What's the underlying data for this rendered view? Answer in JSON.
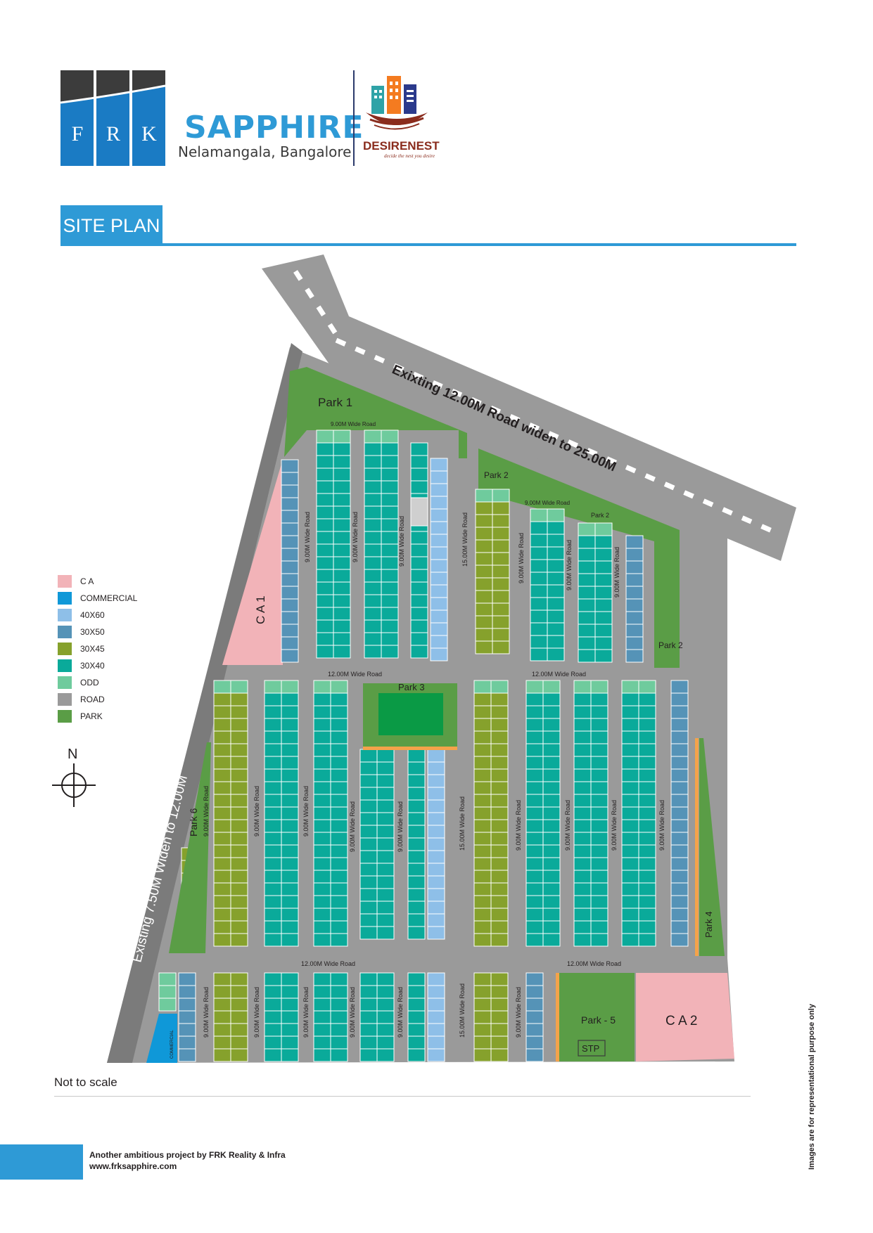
{
  "brand": {
    "logo_letters": [
      "F",
      "R",
      "K"
    ],
    "project_name": "SAPPHIRE",
    "location": "Nelamangala, Bangalore",
    "partner_name": "DESIRENEST",
    "partner_tagline": "decide the nest you desire"
  },
  "section_title": "SITE PLAN",
  "map": {
    "main_road": "Exixting 12.00M Road widen to 25.00M",
    "side_road": "Existing 7.50M Widen to 12.00M",
    "cross_roads": [
      "12.00M Wide Road",
      "12.00M Wide Road",
      "12.00M Wide Road",
      "12.00M Wide Road"
    ],
    "top_road": "9.00M Wide Road",
    "top_road_2": "9.00M Wide Road",
    "lane_9": "9.00M Wide Road",
    "lane_15": "15.00M Wide Road",
    "areas": {
      "park1": "Park 1",
      "park2": "Park 2",
      "park2b": "Park 2",
      "park2c": "Park 2",
      "park3": "Park 3",
      "park4": "Park 4",
      "park5": "Park - 5",
      "park6": "Park 6",
      "ca1": "C A 1",
      "ca2": "C A 2",
      "stp": "STP",
      "commercial": "COMMERCIAL"
    }
  },
  "legend": [
    {
      "label": "C A",
      "color": "#f2b3b8"
    },
    {
      "label": "COMMERCIAL",
      "color": "#0f98d8"
    },
    {
      "label": "40X60",
      "color": "#8ebfe8"
    },
    {
      "label": "30X50",
      "color": "#5593b7"
    },
    {
      "label": "30X45",
      "color": "#86a12c"
    },
    {
      "label": "30X40",
      "color": "#0aaa9a"
    },
    {
      "label": "ODD",
      "color": "#6fcb9d"
    },
    {
      "label": "ROAD",
      "color": "#9a9a9a"
    },
    {
      "label": "PARK",
      "color": "#5a9d46"
    }
  ],
  "compass_label": "N",
  "note": "Not to scale",
  "footer": {
    "line1": "Another ambitious project by FRK Reality & Infra",
    "line2": "www.frksapphire.com"
  },
  "disclaimer": "Images are for representational purpose only"
}
